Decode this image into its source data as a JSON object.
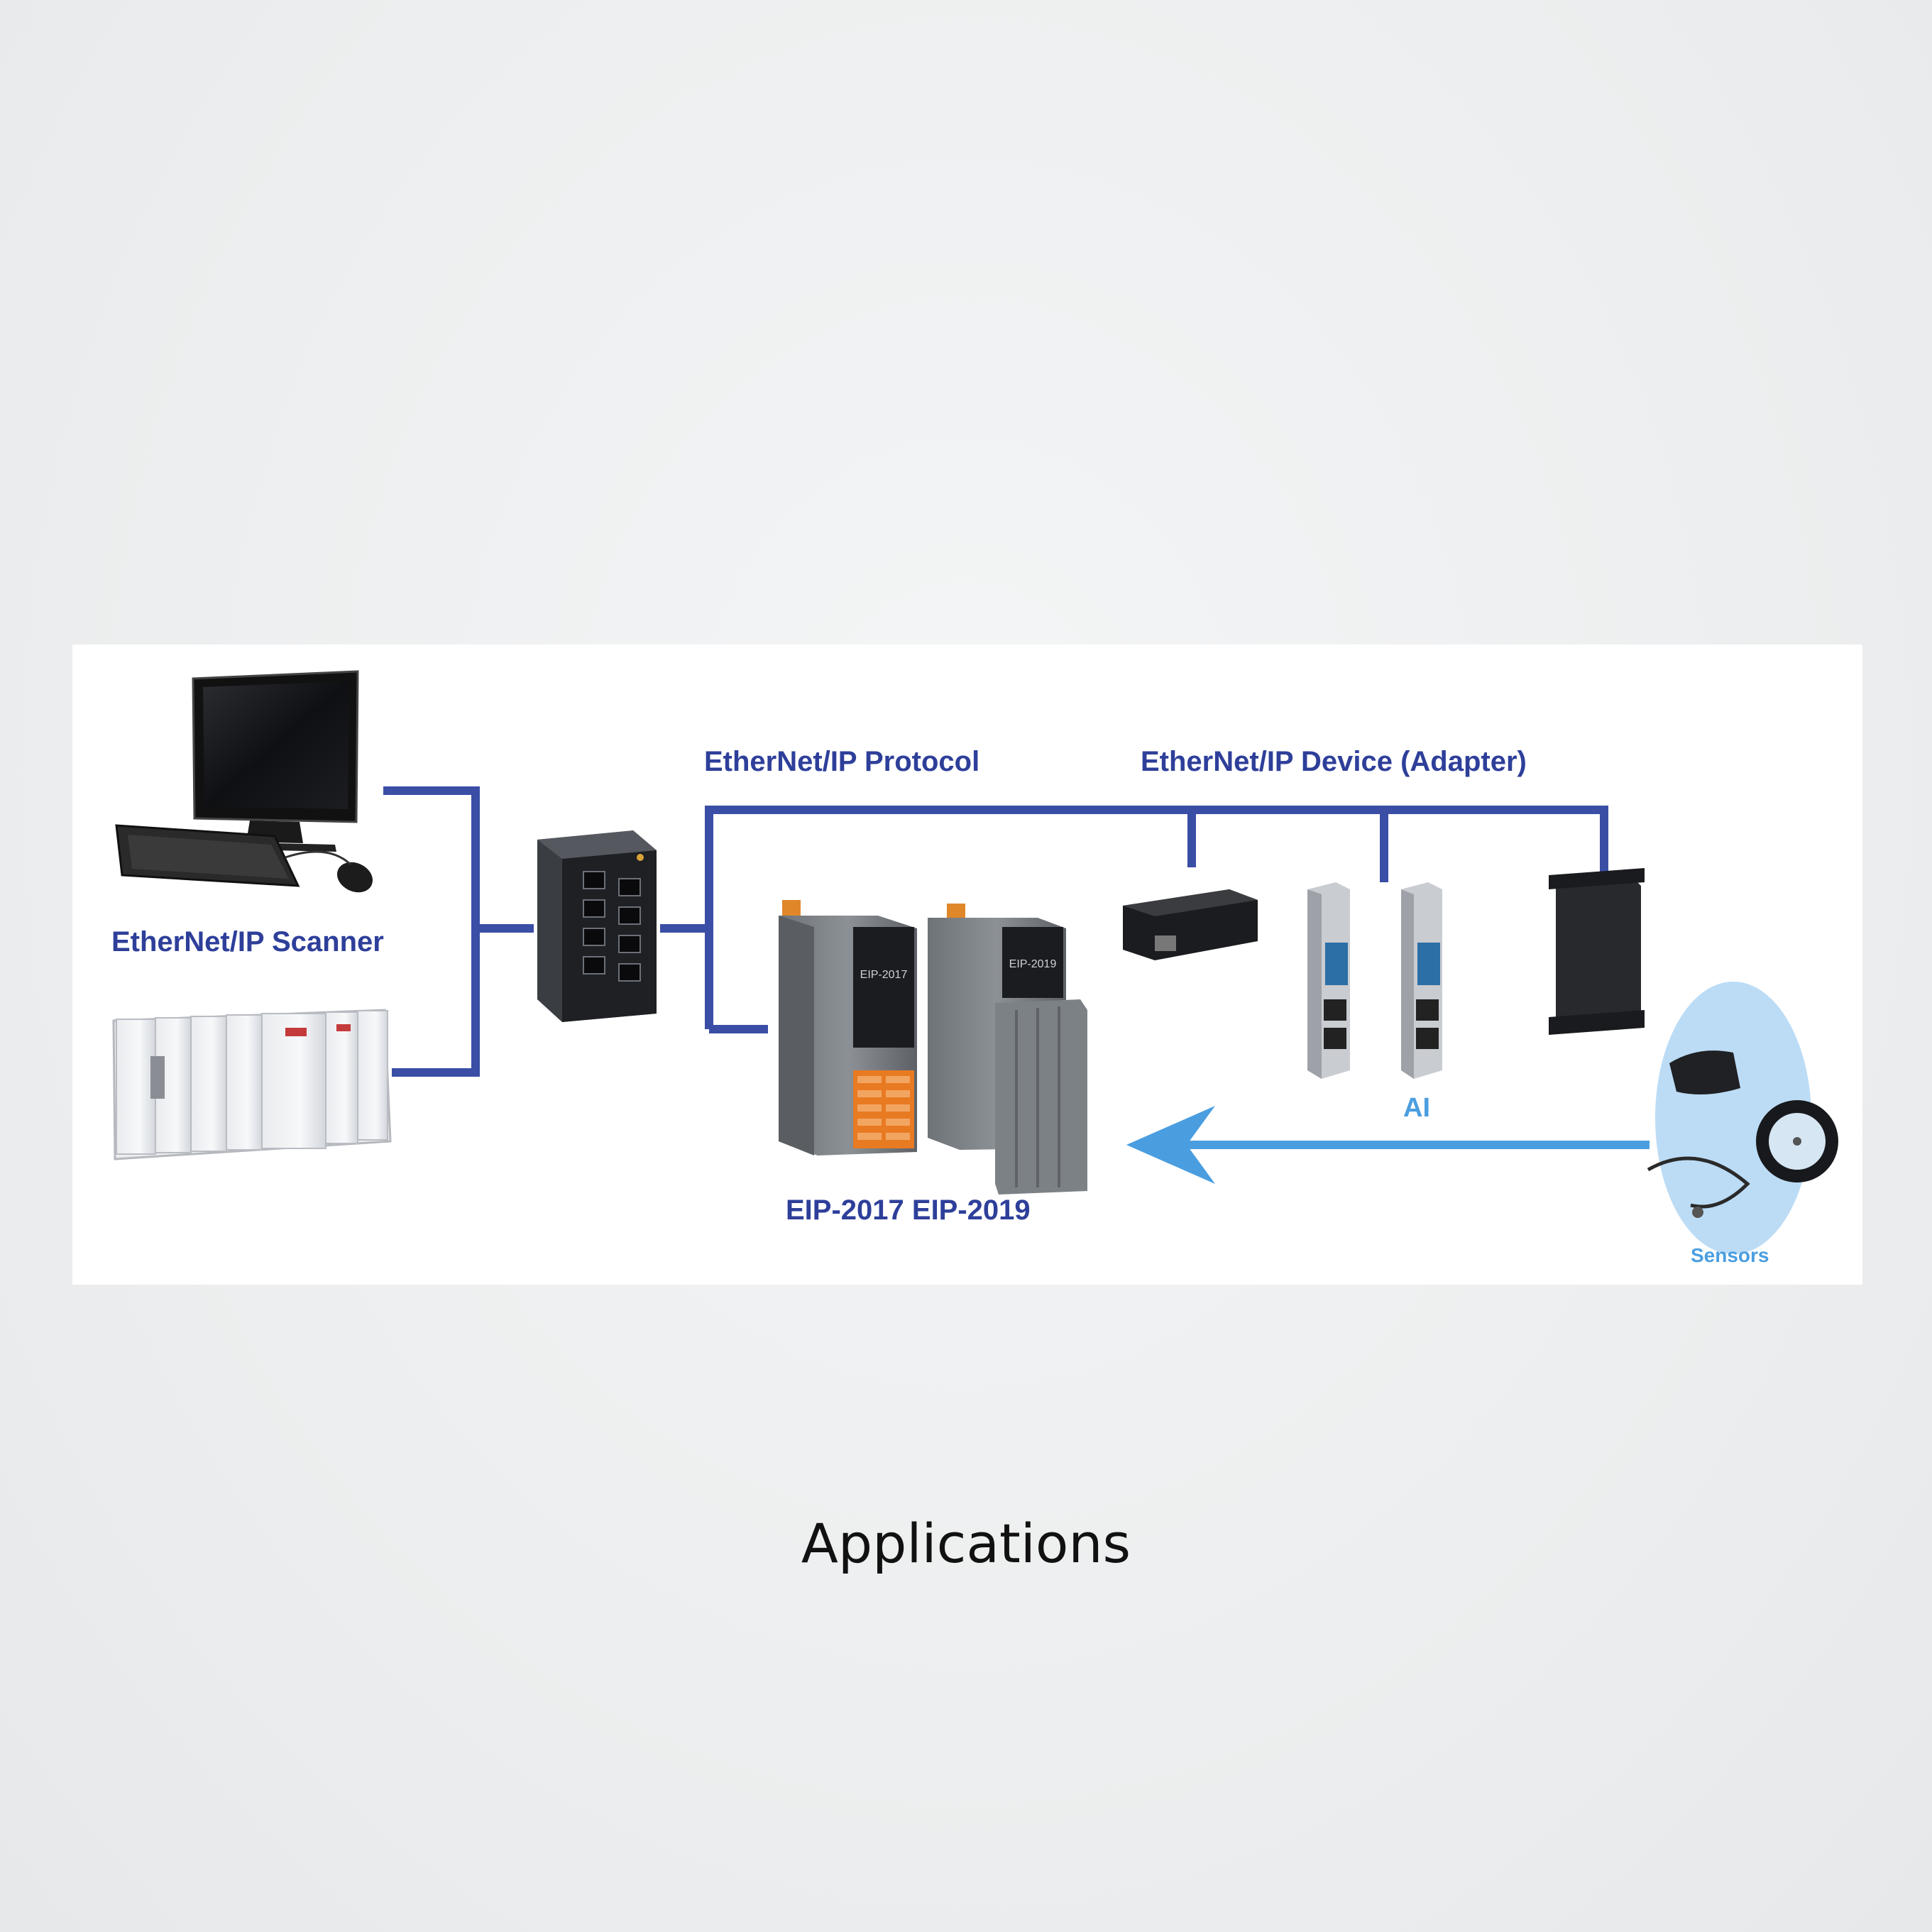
{
  "diagram": {
    "labels": {
      "scanner": "EtherNet/IP Scanner",
      "protocol": "EtherNet/IP Protocol",
      "adapter": "EtherNet/IP Device (Adapter)",
      "models": "EIP-2017 EIP-2019",
      "ai": "AI",
      "sensors": "Sensors"
    },
    "device_prints": {
      "module_1": "EIP-2017",
      "module_2": "EIP-2019"
    },
    "colors": {
      "network_line": "#3a4ea5",
      "signal_arrow": "#4a9ee0",
      "sensor_bubble": "#bcdcf6",
      "label_text": "#2e3f9a"
    }
  },
  "caption": "Applications"
}
